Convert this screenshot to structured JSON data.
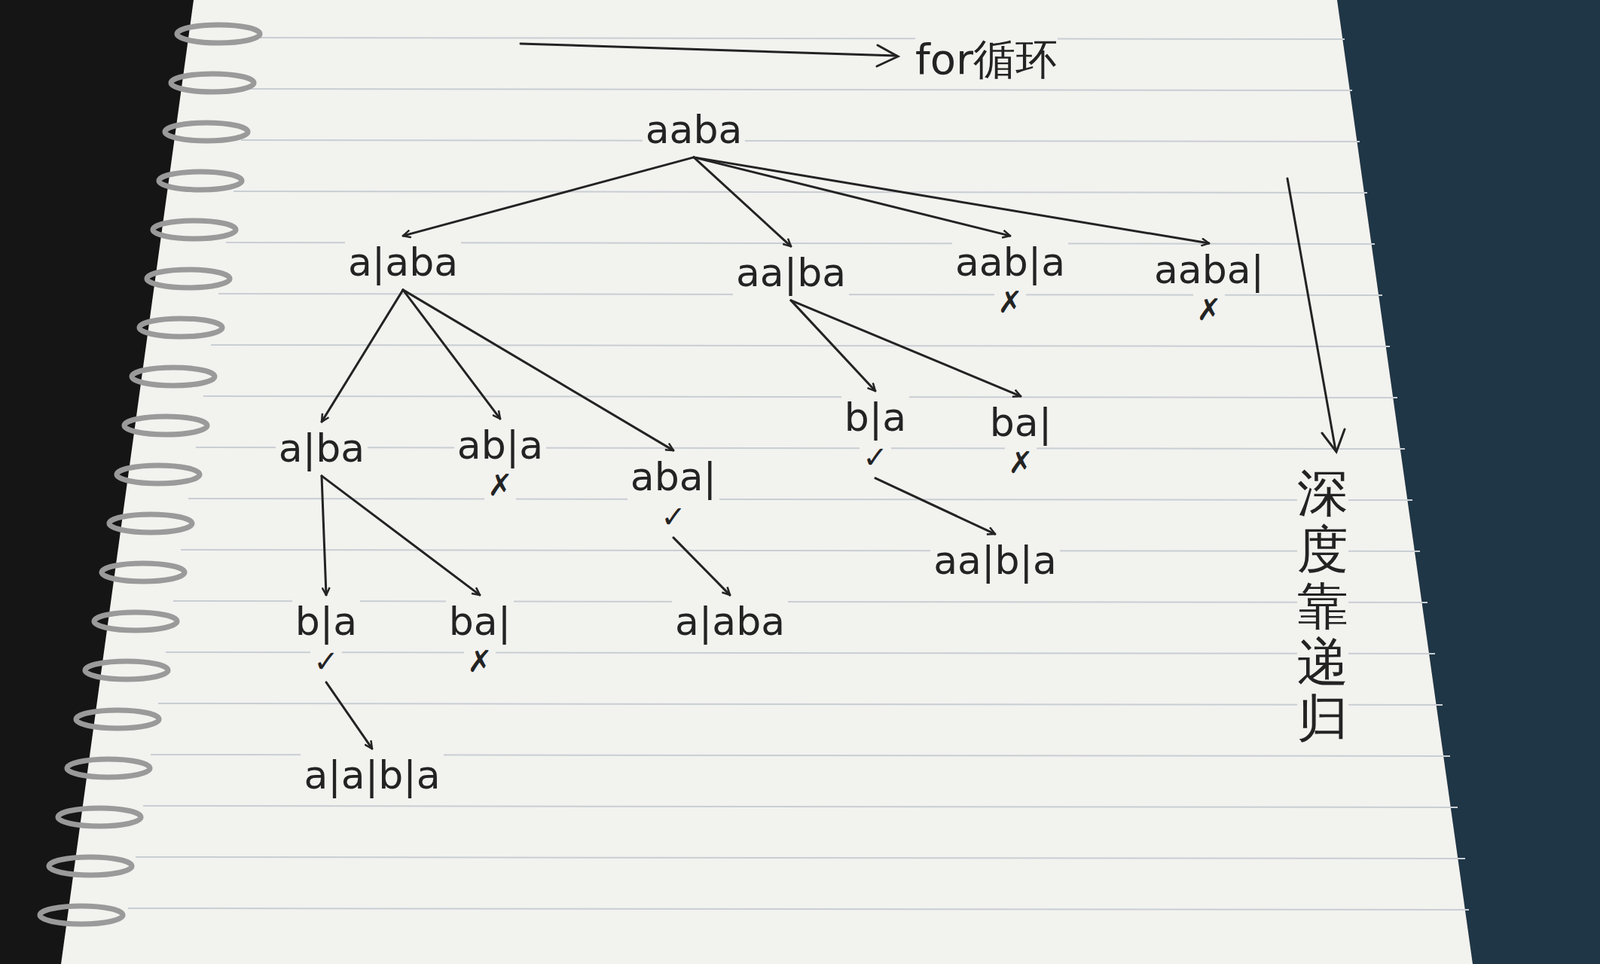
{
  "diagram": {
    "nodes": [
      {
        "text": [
          "aaba"
        ]
      },
      {
        "text": [
          "a|aba"
        ]
      },
      {
        "text": [
          "aa|ba"
        ]
      },
      {
        "text": [
          "aab|a",
          "✗"
        ]
      },
      {
        "text": [
          "aaba|",
          "✗"
        ]
      },
      {
        "text": [
          "a|ba"
        ]
      },
      {
        "text": [
          "ab|a",
          "✗"
        ]
      },
      {
        "text": [
          "aba|",
          "✓"
        ]
      },
      {
        "text": [
          "b|a",
          "✓"
        ]
      },
      {
        "text": [
          "ba|",
          "✗"
        ]
      },
      {
        "text": [
          "aa|b|a"
        ]
      },
      {
        "text": [
          "b|a",
          "✓"
        ]
      },
      {
        "text": [
          "ba|",
          "✗"
        ]
      },
      {
        "text": [
          "a|aba"
        ]
      },
      {
        "text": [
          "a|a|b|a"
        ]
      }
    ],
    "edges": [
      {
        "from": 0,
        "to": 1,
        "arrow": "to"
      },
      {
        "from": 0,
        "to": 2,
        "arrow": "to"
      },
      {
        "from": 0,
        "to": 3,
        "arrow": "to"
      },
      {
        "from": 0,
        "to": 4,
        "arrow": "to"
      },
      {
        "from": 1,
        "to": 5,
        "arrow": "to"
      },
      {
        "from": 1,
        "to": 6,
        "arrow": "to"
      },
      {
        "from": 1,
        "to": 7,
        "arrow": "to"
      },
      {
        "from": 2,
        "to": 8,
        "arrow": "to"
      },
      {
        "from": 2,
        "to": 9,
        "arrow": "to"
      },
      {
        "from": 8,
        "to": 10,
        "arrow": "to"
      },
      {
        "from": 5,
        "to": 11,
        "arrow": "to"
      },
      {
        "from": 5,
        "to": 12,
        "arrow": "to"
      },
      {
        "from": 7,
        "to": 13,
        "arrow": "to"
      },
      {
        "from": 11,
        "to": 14,
        "arrow": "to"
      }
    ],
    "labels": [
      "for循环",
      "深度靠递归"
    ]
  }
}
